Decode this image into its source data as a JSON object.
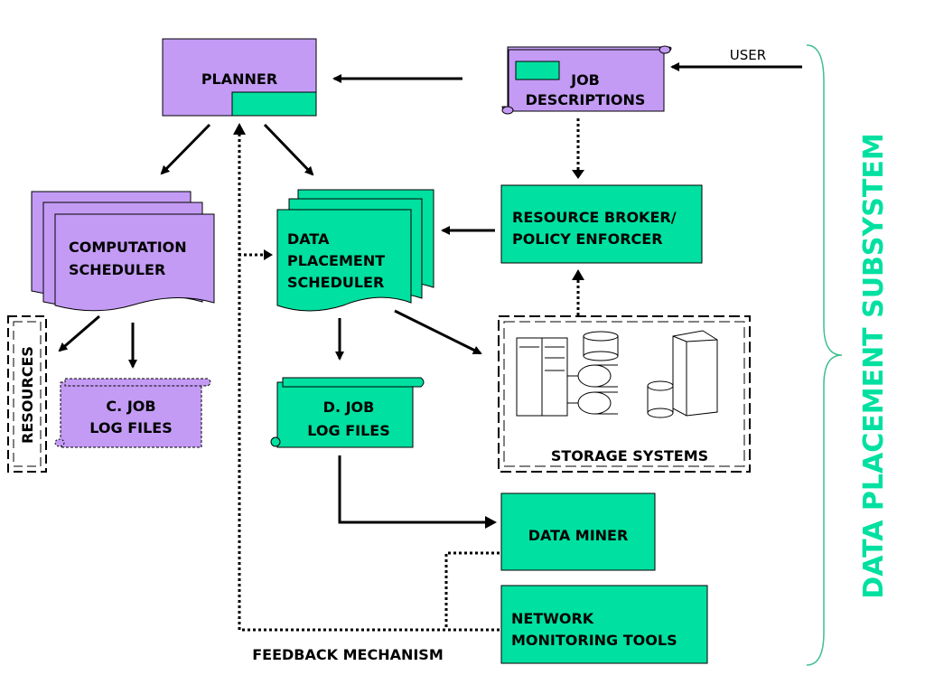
{
  "colors": {
    "purple": "#c39bf4",
    "green": "#00e0a0",
    "subsystem_label": "#00e0a0"
  },
  "nodes": {
    "planner": "PLANNER",
    "job_descriptions": [
      "JOB",
      "DESCRIPTIONS"
    ],
    "user": "USER",
    "resource_broker": [
      "RESOURCE BROKER/",
      "POLICY ENFORCER"
    ],
    "computation_scheduler": [
      "COMPUTATION",
      "SCHEDULER"
    ],
    "data_placement_scheduler": [
      "DATA",
      "PLACEMENT",
      "SCHEDULER"
    ],
    "resources": "RESOURCES",
    "c_job_log": [
      "C. JOB",
      "LOG FILES"
    ],
    "d_job_log": [
      "D. JOB",
      "LOG FILES"
    ],
    "storage_systems": "STORAGE SYSTEMS",
    "data_miner": "DATA MINER",
    "network_tools": [
      "NETWORK",
      "MONITORING TOOLS"
    ],
    "feedback": "FEEDBACK MECHANISM"
  },
  "subsystem_label": "DATA PLACEMENT SUBSYSTEM"
}
